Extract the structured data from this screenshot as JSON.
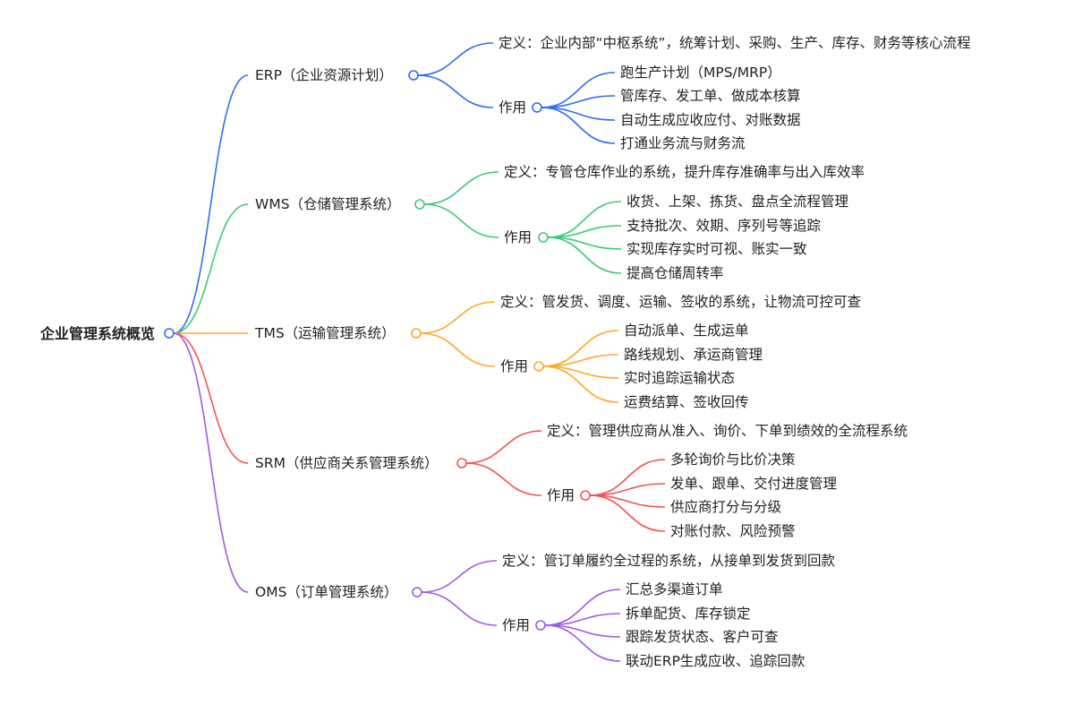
{
  "root": {
    "label": "企业管理系统概览",
    "color": "#2f6cf6"
  },
  "branches": [
    {
      "key": "erp",
      "label": "ERP（企业资源计划）",
      "color": "#2f6cf6",
      "definition": "定义：企业内部“中枢系统”，统筹计划、采购、生产、库存、财务等核心流程",
      "role_label": "作用",
      "roles": [
        "跑生产计划（MPS/MRP）",
        "管库存、发工单、做成本核算",
        "自动生成应收应付、对账数据",
        "打通业务流与财务流"
      ]
    },
    {
      "key": "wms",
      "label": "WMS（仓储管理系统）",
      "color": "#3cc97a",
      "definition": "定义：专管仓库作业的系统，提升库存准确率与出入库效率",
      "role_label": "作用",
      "roles": [
        "收货、上架、拣货、盘点全流程管理",
        "支持批次、效期、序列号等追踪",
        "实现库存实时可视、账实一致",
        "提高仓储周转率"
      ]
    },
    {
      "key": "tms",
      "label": "TMS（运输管理系统）",
      "color": "#ffa726",
      "definition": "定义：管发货、调度、运输、签收的系统，让物流可控可查",
      "role_label": "作用",
      "roles": [
        "自动派单、生成运单",
        "路线规划、承运商管理",
        "实时追踪运输状态",
        "运费结算、签收回传"
      ]
    },
    {
      "key": "srm",
      "label": "SRM（供应商关系管理系统）",
      "color": "#f25454",
      "definition": "定义：管理供应商从准入、询价、下单到绩效的全流程系统",
      "role_label": "作用",
      "roles": [
        "多轮询价与比价决策",
        "发单、跟单、交付进度管理",
        "供应商打分与分级",
        "对账付款、风险预警"
      ]
    },
    {
      "key": "oms",
      "label": "OMS（订单管理系统）",
      "color": "#a05ce0",
      "definition": "定义：管订单履约全过程的系统，从接单到发货到回款",
      "role_label": "作用",
      "roles": [
        "汇总多渠道订单",
        "拆单配货、库存锁定",
        "跟踪发货状态、客户可查",
        "联动ERP生成应收、追踪回款"
      ]
    }
  ]
}
